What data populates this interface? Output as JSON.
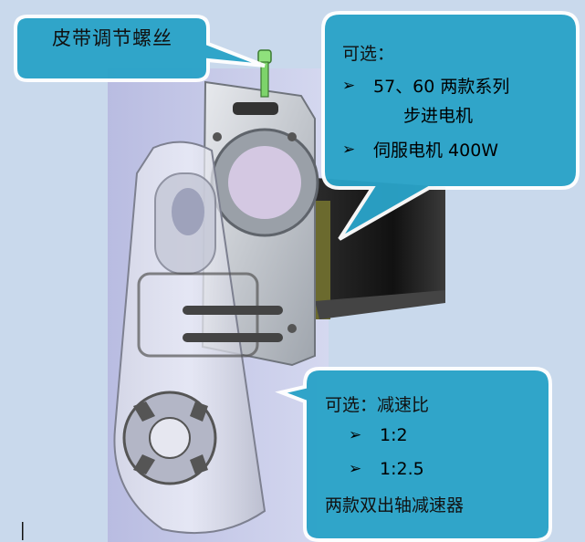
{
  "belt_label": "皮带调节螺丝",
  "motor_callout": {
    "heading": "可选：",
    "bullet": "➢",
    "item1_line1": "57、60 两款系列",
    "item1_line2": "步进电机",
    "item2": "伺服电机 400W"
  },
  "reducer_callout": {
    "heading": "可选：减速比",
    "bullet": "➢",
    "ratio1": "1:2",
    "ratio2": "1:2.5",
    "footer": "两款双出轴减速器"
  },
  "colors": {
    "background": "#c9d9ec",
    "callout_fill": "#2aa3c8",
    "callout_border": "#ffffff",
    "motor_body": "#1a1a1a",
    "frame_gray": "#bfc3c9",
    "screw_green": "#7dd36b"
  }
}
